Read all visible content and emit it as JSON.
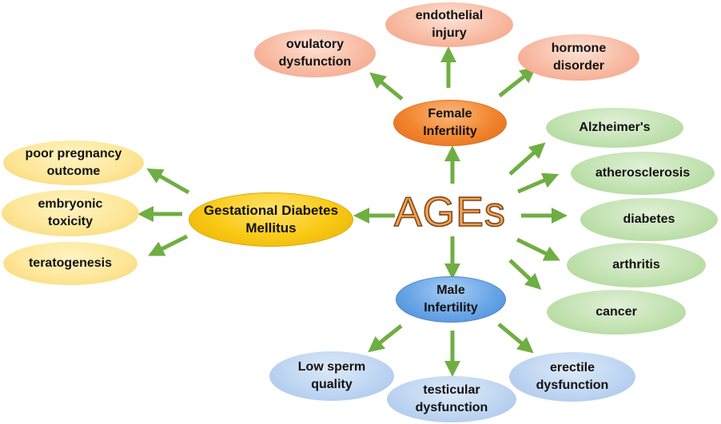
{
  "center": "AGEs",
  "hubs": {
    "female": "Female\nInfertility",
    "male": "Male\nInfertility",
    "gdm": "Gestational Diabetes\nMellitus"
  },
  "female_effects": [
    "ovulatory\ndysfunction",
    "endothelial\ninjury",
    "hormone\ndisorder"
  ],
  "male_effects": [
    "Low sperm\nquality",
    "testicular\ndysfunction",
    "erectile\ndysfunction"
  ],
  "gdm_effects": [
    "poor pregnancy\noutcome",
    "embryonic\ntoxicity",
    "teratogenesis"
  ],
  "diseases": [
    "Alzheimer's",
    "atherosclerosis",
    "diabetes",
    "arthritis",
    "cancer"
  ],
  "colors": {
    "arrow": "#6fae43",
    "female_hub": "#f2852f",
    "male_hub": "#6aa6e6",
    "gdm_hub": "#f9c915",
    "female_effects": "#f8bba3",
    "male_effects": "#bfd6f2",
    "gdm_effects": "#fde79a",
    "diseases": "#c3e2b2",
    "center_text": "#f6a34f"
  }
}
